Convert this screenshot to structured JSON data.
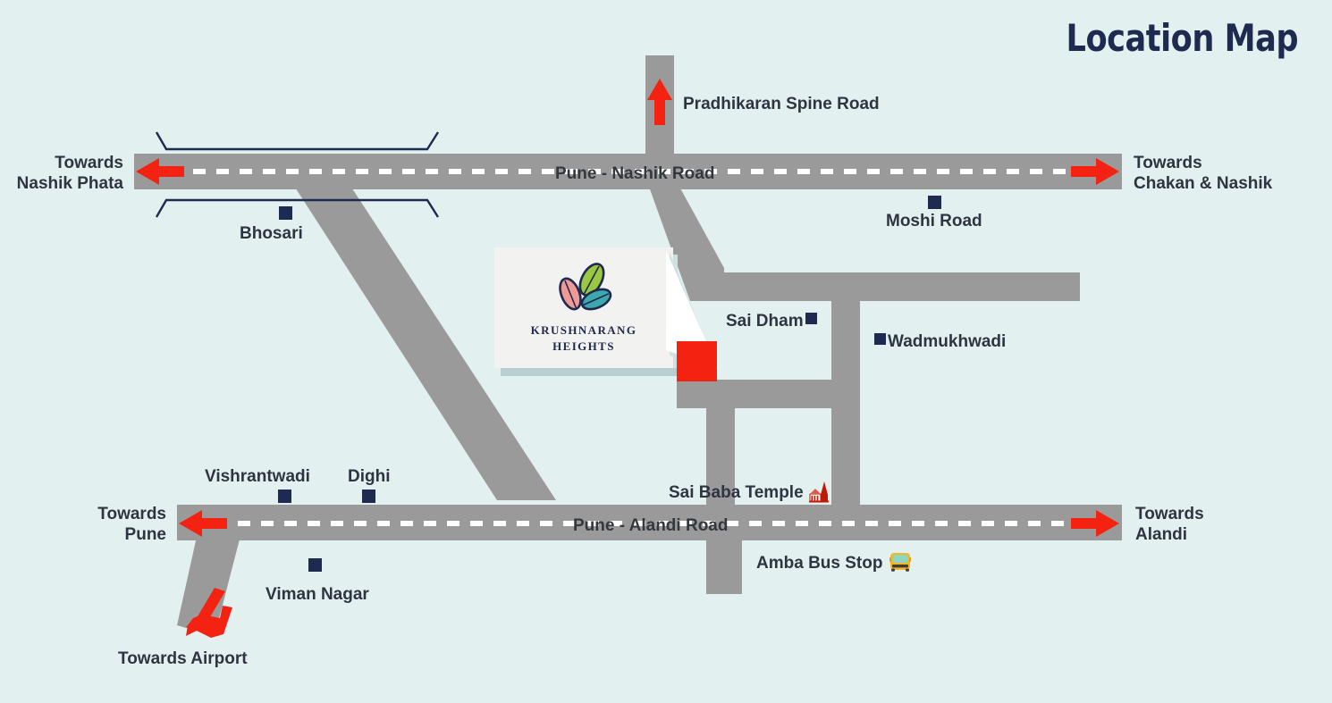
{
  "title": "Location Map",
  "colors": {
    "background": "#e2f0f0",
    "road": "#9a9a9a",
    "road_dash": "#ffffff",
    "arrow_red": "#f42311",
    "marker_navy": "#1e2a4f",
    "label_text": "#2e3440",
    "title_navy": "#1e2a4f",
    "logo_card": "#f2f2f0",
    "site_marker": "#f42311"
  },
  "project": {
    "name_line1": "KRUSHNARANG",
    "name_line2": "HEIGHTS",
    "logo_leaves": [
      {
        "name": "green-leaf",
        "color": "#9cc741"
      },
      {
        "name": "pink-leaf",
        "color": "#f09a95"
      },
      {
        "name": "teal-leaf",
        "color": "#3ba9ad"
      }
    ]
  },
  "roads": [
    {
      "id": "pune-nashik",
      "label": "Pune - Nashik Road",
      "orientation": "horizontal"
    },
    {
      "id": "pune-alandi",
      "label": "Pune - Alandi Road",
      "orientation": "horizontal"
    },
    {
      "id": "pradhikaran-spine",
      "label": "Pradhikaran Spine Road",
      "orientation": "vertical"
    }
  ],
  "directions": [
    {
      "id": "nashik-phata",
      "line1": "Towards",
      "line2": "Nashik Phata",
      "arrow": "left"
    },
    {
      "id": "chakan-nashik",
      "line1": "Towards",
      "line2": "Chakan & Nashik",
      "arrow": "right"
    },
    {
      "id": "pune",
      "line1": "Towards",
      "line2": "Pune",
      "arrow": "left"
    },
    {
      "id": "alandi",
      "line1": "Towards",
      "line2": "Alandi",
      "arrow": "right"
    },
    {
      "id": "airport",
      "line1": "Towards Airport",
      "line2": "",
      "arrow": "down-left"
    }
  ],
  "places": [
    {
      "id": "bhosari",
      "label": "Bhosari",
      "marker": "square"
    },
    {
      "id": "moshi-road",
      "label": "Moshi Road",
      "marker": "square"
    },
    {
      "id": "sai-dham",
      "label": "Sai Dham",
      "marker": "square"
    },
    {
      "id": "wadmukhwadi",
      "label": "Wadmukhwadi",
      "marker": "square"
    },
    {
      "id": "vishrantwadi",
      "label": "Vishrantwadi",
      "marker": "square"
    },
    {
      "id": "dighi",
      "label": "Dighi",
      "marker": "square"
    },
    {
      "id": "viman-nagar",
      "label": "Viman Nagar",
      "marker": "square"
    },
    {
      "id": "sai-baba-temple",
      "label": "Sai Baba Temple",
      "marker": "temple-icon"
    },
    {
      "id": "amba-bus-stop",
      "label": "Amba Bus Stop",
      "marker": "bus-icon"
    }
  ]
}
